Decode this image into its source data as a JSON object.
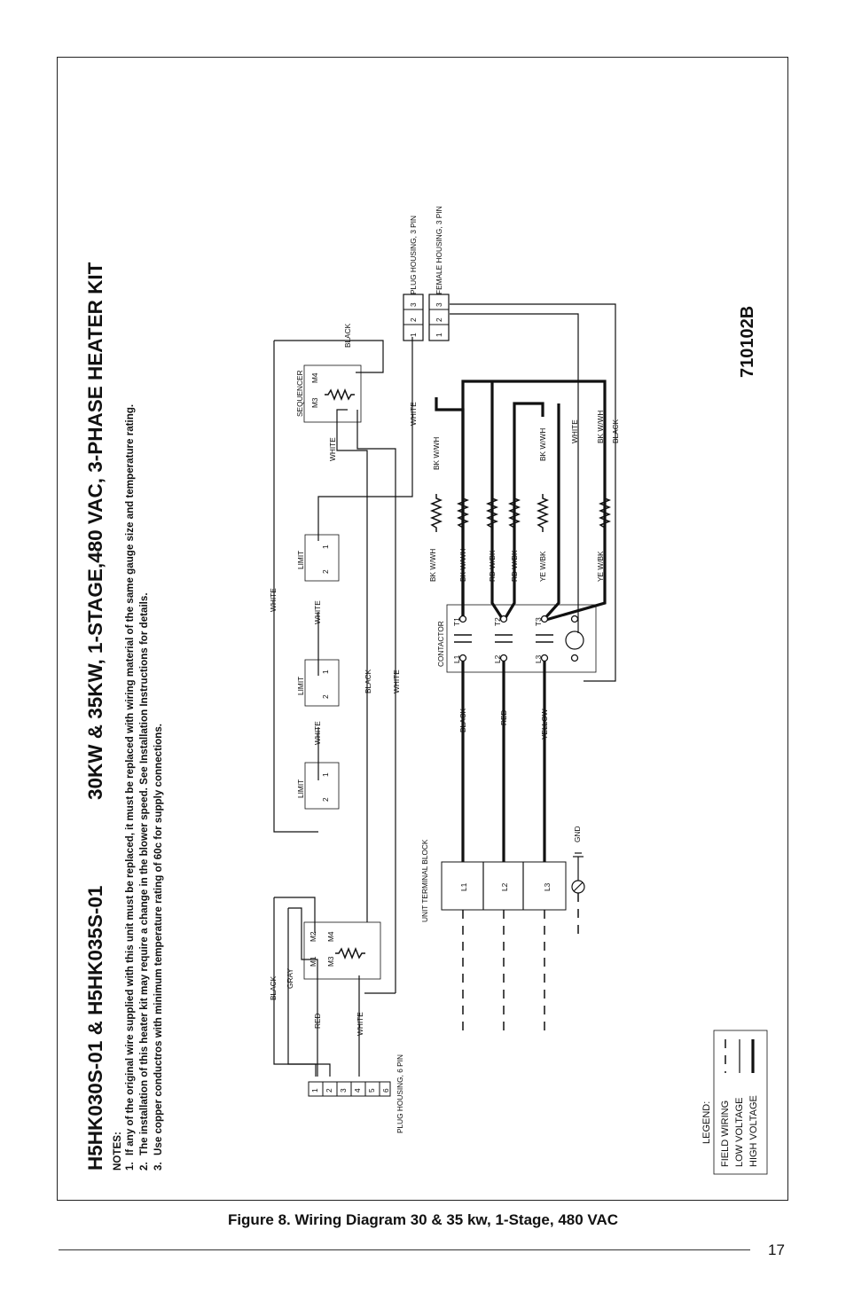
{
  "page": {
    "title_models": "H5HK030S-01 & H5HK035S-01",
    "title_desc": "30KW & 35KW, 1-STAGE,480 VAC, 3-PHASE HEATER KIT",
    "drawing_number": "710102B",
    "caption": "Figure 8. Wiring Diagram 30 & 35 kw, 1-Stage, 480 VAC",
    "page_number": "17"
  },
  "notes": {
    "heading": "NOTES:",
    "items": [
      {
        "num": "1.",
        "text": "If any of the original wire supplied with this unit must be replaced, it must be replaced with wiring material of the same gauge size and temperature rating."
      },
      {
        "num": "2.",
        "text": "The installation of this heater kit may require a change in the blower speed.  See Installation Instructions for details."
      },
      {
        "num": "3.",
        "text": "Use copper conductros with minimum temperature rating of 60c for supply connections."
      }
    ]
  },
  "legend": {
    "heading": "LEGEND:",
    "items": [
      "FIELD WIRING",
      "LOW VOLTAGE",
      "HIGH VOLTAGE"
    ]
  },
  "components": {
    "plug6": "PLUG HOUSING, 6 PIN",
    "plug6_pins": [
      "1",
      "2",
      "3",
      "4",
      "5",
      "6"
    ],
    "plug3": "PLUG HOUSING, 3 PIN",
    "female3": "FEMALE HOUSING, 3 PIN",
    "pins3": [
      "1",
      "2",
      "3"
    ],
    "sequencer": "SEQUENCER",
    "m1": "M1",
    "m2": "M2",
    "m3": "M3",
    "m4": "M4",
    "limit": "LIMIT",
    "limit_terms": [
      "2",
      "1"
    ],
    "contactor": "CONTACTOR",
    "line_terms": [
      "L1",
      "L2",
      "L3"
    ],
    "load_terms": [
      "T1",
      "T2",
      "T3"
    ],
    "terminal_block": "UNIT TERMINAL BLOCK",
    "gnd": "GND"
  },
  "wires": {
    "black": "BLACK",
    "gray": "GRAY",
    "red": "RED",
    "white": "WHITE",
    "yellow": "YELLOW",
    "bkwh": "BK W/WH",
    "rdbk": "RD W/BK",
    "yebk": "YE W/BK"
  }
}
